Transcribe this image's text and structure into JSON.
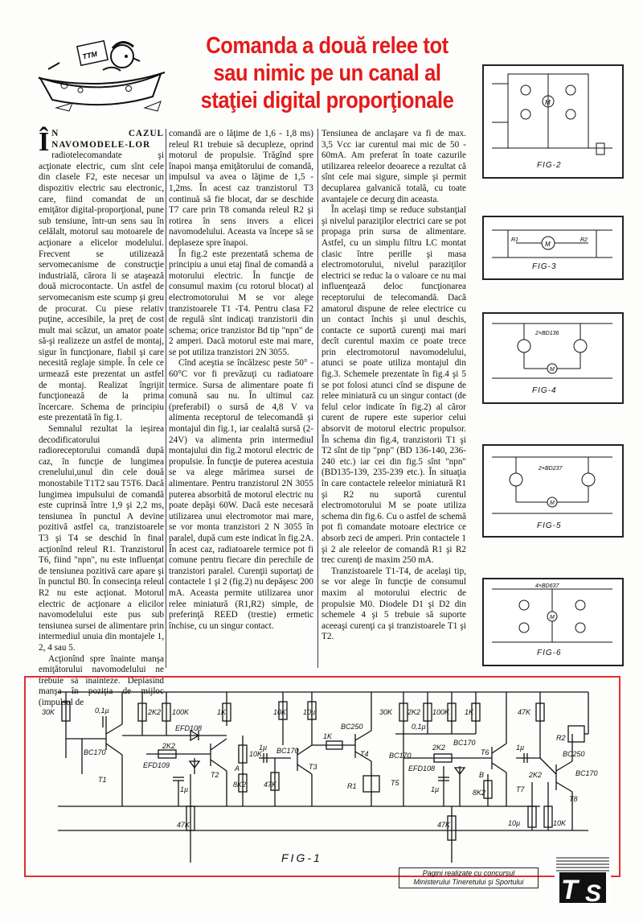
{
  "article": {
    "title": "Comanda a două relee tot sau nimic pe un canal al staţiei digital proporţionale",
    "cartoon_text": "TTM",
    "drop_cap": "Î",
    "lead_text": "N CAZUL NAVOMODELE-LOR",
    "col1_p1": "radiotelecomandate şi acţionate electric, cum sînt cele din clasele F2, este necesar un dispozitiv electric sau electronic, care, fiind comandat de un emiţător digital-proporţional, pune sub tensiune, într-un sens sau în celălalt, motorul sau motoarele de acţionare a elicelor modelului. Frecvent se utilizează servomecanisme de construcţie industrială, cărora li se ataşează două microcontacte. Un astfel de servomecanism este scump şi greu de procurat. Cu piese relativ puţine, accesibile, la preţ de cost mult mai scăzut, un amator poate să-şi realizeze un astfel de montaj, sigur în funcţionare, fiabil şi care necesită reglaje simple. În cele ce urmează este prezentat un astfel de montaj. Realizat îngrijit funcţionează de la prima încercare. Schema de principiu este prezentată în fig.1.",
    "col1_p2": "Semnalul rezultat la ieşirea decodificatorului radioreceptorului comandă după caz, în funcţie de lungimea crenelului,unul din cele două monostabile T1T2 sau T5T6. Dacă lungimea impulsului de comandă este cuprinsă între 1,9 şi 2,2 ms, tensiunea în punctul A devine pozitivă astfel ca, tranzistoarele T3 şi T4 se deschid în final acţionînd releul R1. Tranzistorul T6, fiind \"npn\", nu este influenţat de tensiunea pozitivă care apare şi în punctul B0. În consecinţa releul R2 nu este acţionat. Motorul electric de acţionare a elicilor navomodelului este pus sub tensiunea sursei de alimentare prin intermediul unuia din montajele 1, 2, 4 sau 5.",
    "col1_p3": "Acţionînd spre înainte manşa emiţătorului navomodelului ne trebuie să înainteze. Deplasînd manşa în poziţia de mijloc (impulsul de",
    "col2_p1": "comandă are o lăţime de 1,6 - 1,8 ms) releul R1 trebuie să decupleze, oprind motorul de propulsie. Trăgînd spre înapoi manşa emiţătorului de comandă, impulsul va avea o lăţime de 1,5 - 1,2ms. În acest caz tranzistorul T3 continuă să fie blocat, dar se deschide T7 care prin T8 comanda releul R2 şi rotirea în sens invers a elicei navomodelului. Aceasta va începe să se deplaseze spre înapoi.",
    "col2_p2": "În fig.2 este prezentată schema de principiu a unui etaj final de comandă a motorului electric. În funcţie de consumul maxim (cu rotorul blocat) al electromotorului M se vor alege tranzistoarele T1 -T4. Pentru clasa F2 de regulă sînt indicaţi tranzistorii din schema; orice tranzistor Bd tip \"npn\" de 2 amperi. Dacă motorul este mai mare, se pot utiliza tranzistori 2N 3055.",
    "col2_p3": "Cînd aceştia se încălzesc peste 50° - 60°C vor fi prevăzuţi cu radiatoare termice. Sursa de alimentare poate fi comună sau nu. În ultimul caz (preferabil) o sursă de 4,8 V va alimenta receptorul de telecomandă şi montajul din fig.1, iar cealaltă sursă (2-24V) va alimenta prin intermediul montajului din fig.2 motorul electric de propulsie. În funcţie de puterea acestuia se va alege mărimea sursei de alimentare. Pentru tranzistorul 2N 3055 puterea absorbită de motorul electric nu poate depăşi 60W. Dacă este necesară utilizarea unui electromotor mai mare, se vor monta tranzistori 2 N 3055 în paralel, după cum este indicat în fig.2A. În acest caz, radiatoarele termice pot fi comune pentru fiecare din perechile de tranzistori paralel. Curenţii suportaţi de contactele 1 şi 2 (fig.2) nu depăşesc 200 mA. Aceasta permite utilizarea unor relee miniatură (R1,R2) simple, de preferinţă REED (trestie) ermetic închise, cu un singur contact.",
    "col3_p1": "Tensiunea de anclaşare va fi de max. 3,5 Vcc iar curentul mai mic de 50 - 60mA. Am preferat în toate cazurile utilizarea releelor deoarece a rezultat că sînt cele mai sigure, simple şi permit decuplarea galvanică totală, cu toate avantajele ce decurg din aceasta.",
    "col3_p2": "În acelaşi timp se reduce substanţial şi nivelul paraziţilor electrici care se pot propaga prin sursa de alimentare. Astfel, cu un simplu filtru LC montat clasic între perille şi masa electromotorului, nivelul paraziţilor electrici se reduc la o valoare ce nu mai influenţează deloc funcţionarea receptorului de telecomandă. Dacă amatorul dispune de relee electrice cu un contact închis şi unul deschis, contacte ce suportă curenţi mai mari decît curentul maxim ce poate trece prin electromotorul navomodelului, atunci se poate utiliza montajul din fig.3. Schemele prezentate în fig.4 şi 5 se pot folosi atunci cînd se dispune de relee miniatură cu un singur contact (de felul celor indicate în fig.2) al căror curent de rupere este superior celui absorvit de motorul electric propulsor. În schema din fig.4, tranzistorii T1 şi T2 sînt de tip \"pnp\" (BD 136-140, 236-240 etc.) iar cei din fig.5 sînt \"npn\" (BD135-139, 235-239 etc.). În situaţia în care contactele releelor miniatură R1 şi R2 nu suportă curentul electromotorului M se poate utiliza schema din fig.6. Cu o astfel de schemă pot fi comandate motoare electrice ce absorb zeci de amperi. Prin contactele 1 şi 2 ale releelor de comandă R1 şi R2 trec curenţi de maxim 250 mA.",
    "col3_p3": "Tranzistoarele T1-T4, de acelaşi tip, se vor alege în funcţie de consumul maxim al motorului electric de propulsie M0. Diodele D1 şi D2 din schemele 4 şi 5 trebuie să suporte aceeaşi curenţi ca şi tranzistoarele T1 şi T2."
  },
  "figures": {
    "fig2": "FIG-2",
    "fig3": "FIG-3",
    "fig4": "FIG-4",
    "fig5": "FIG-5",
    "fig6": "FIG-6",
    "fig1": "FIG-1",
    "fig4_part": "2×BD136",
    "fig5_part": "2×BD237",
    "fig6_part": "4×BD637",
    "fig1_labels": {
      "r1": "30K",
      "c1": "0,1µ",
      "r2": "2K2",
      "r3": "100K",
      "r4": "1K",
      "d1": "EFD108",
      "d2": "EFD109",
      "t1": "BC170",
      "t2": "T2",
      "t1n": "T1",
      "r5": "2K2",
      "c2": "1µ",
      "r6": "47K",
      "r7": "10K",
      "a": "A",
      "r8": "8K2",
      "c3": "1µ",
      "r9": "47K",
      "t3": "BC170",
      "t3n": "T3",
      "r10": "10K",
      "c4": "10µ",
      "r11": "1K",
      "t4": "BC250",
      "t4n": "T4",
      "rel1": "R1",
      "r12": "30K",
      "r13": "2K2",
      "c5": "0,1µ",
      "r14": "100K",
      "r15": "1K",
      "t5": "BC170",
      "t5n": "T5",
      "r16": "2K2",
      "d3": "EFD108",
      "t6": "BC170",
      "t6n": "T6",
      "b": "B",
      "r17": "8K2",
      "c6": "1µ",
      "r18": "47K",
      "r19": "47K",
      "c7": "1µ",
      "r20": "2K2",
      "t7": "BC250",
      "t7n": "T7",
      "t8": "BC170",
      "t8n": "T8",
      "rel2": "R2",
      "c8": "10µ",
      "r21": "10K"
    }
  },
  "footer": {
    "note_line1": "Pagini realizate cu concursul",
    "note_line2": "Ministerului Tineretului şi Sportului",
    "logo_t": "T",
    "logo_s": "S"
  }
}
